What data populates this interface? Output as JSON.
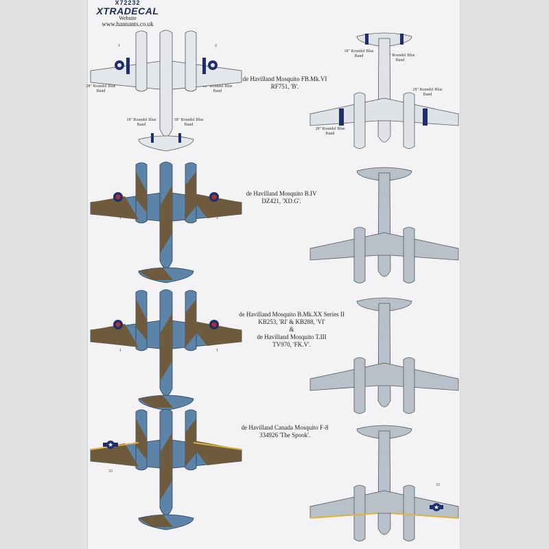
{
  "brand": {
    "code": "X72232",
    "logo": "XTRADECAL",
    "website_label": "Website",
    "url": "www.hannants.co.uk"
  },
  "captions": [
    {
      "line1": "de Havilland Mosquito FB.Mk.VI",
      "line2": "RF751, 'B'."
    },
    {
      "line1": "de Havilland Mosquito B.IV",
      "line2": "DZ421, 'XD.G'."
    },
    {
      "line1": "de Havilland Mosquito B.Mk.XX Series II",
      "line2": "KB253, 'RI' & KB288, 'VI'",
      "line3": "&",
      "line4": "de Havilland Mosquito T.III",
      "line5": "TV970, 'FK.V'."
    },
    {
      "line1": "de Havilland Canada Mosquito F-8",
      "line2": "334926 'The Spook'."
    }
  ],
  "notes": {
    "roundel_28": "28\" Roundel Blue Band",
    "roundel_18": "18\" Roundel Blue Band"
  },
  "numbers": {
    "n1": "1",
    "n2": "2",
    "n33": "33"
  },
  "colors": {
    "brown": "#6e5a3c",
    "blue": "#5b84a8",
    "grey": "#b8c0c9",
    "silver": "#d8dde3",
    "roundel_blue": "#1f2f6e",
    "roundel_red": "#b0302d",
    "yellow": "#e0b43a"
  }
}
